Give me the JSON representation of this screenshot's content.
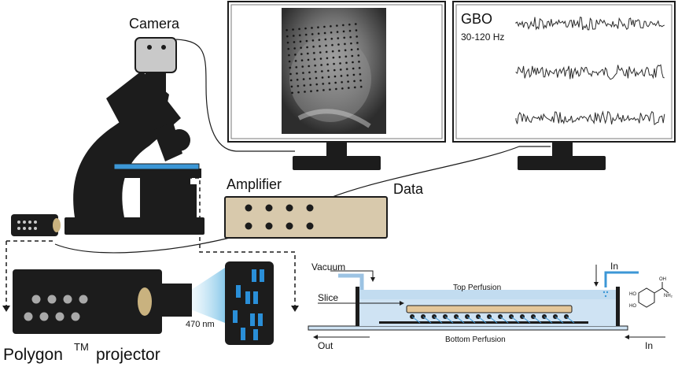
{
  "labels": {
    "camera": "Camera",
    "amplifier": "Amplifier",
    "data": "Data",
    "gbo_title": "GBO",
    "gbo_band": "30-120 Hz",
    "polygon": "Polygon",
    "tm": "TM",
    "projector": "projector",
    "wavelength": "470 nm",
    "vacuum": "Vacuum",
    "slice": "Slice",
    "out": "Out",
    "in_top": "In",
    "in_bottom": "In",
    "top_perfusion": "Top Perfusion",
    "bottom_perfusion": "Bottom Perfusion",
    "oh": "OH",
    "ho1": "HO",
    "ho2": "HO",
    "nh2": "NH₂"
  },
  "colors": {
    "dark": "#1c1c1c",
    "stage_blue": "#3c97d6",
    "amp_fill": "#d8c9ac",
    "chamber_fill": "#cfe3f3",
    "slice_fill": "#e4c79a",
    "lens": "#c9b27f",
    "pattern_blue": "#2a8fd8"
  }
}
